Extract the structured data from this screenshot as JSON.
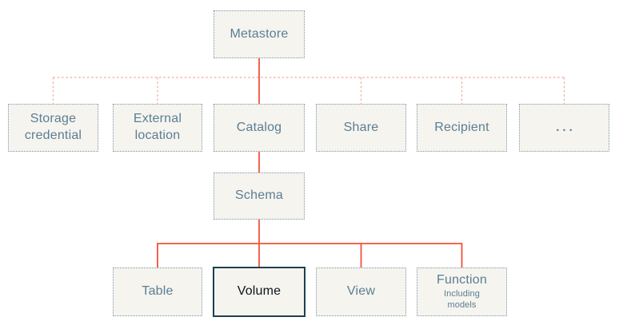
{
  "diagram": {
    "type": "hierarchy",
    "root": {
      "label": "Metastore"
    },
    "level2": [
      {
        "id": "storage-credential",
        "label": "Storage credential",
        "connector": "dotted"
      },
      {
        "id": "external-location",
        "label": "External location",
        "connector": "dotted"
      },
      {
        "id": "catalog",
        "label": "Catalog",
        "connector": "solid"
      },
      {
        "id": "share",
        "label": "Share",
        "connector": "dotted"
      },
      {
        "id": "recipient",
        "label": "Recipient",
        "connector": "dotted"
      },
      {
        "id": "more",
        "label": "...",
        "connector": "dotted"
      }
    ],
    "level3": {
      "label": "Schema",
      "parent": "catalog",
      "connector": "solid"
    },
    "level4": [
      {
        "id": "table",
        "label": "Table",
        "connector": "solid",
        "highlighted": false
      },
      {
        "id": "volume",
        "label": "Volume",
        "connector": "solid",
        "highlighted": true
      },
      {
        "id": "view",
        "label": "View",
        "connector": "solid",
        "highlighted": false
      },
      {
        "id": "function",
        "label": "Function",
        "sublabel": "Including models",
        "connector": "solid",
        "highlighted": false
      }
    ]
  },
  "colors": {
    "node_fill": "#f5f4ef",
    "node_border": "#7e98a6",
    "node_text": "#5b7e92",
    "highlight_border": "#1b4050",
    "highlight_text": "#0d1418",
    "solid_connector": "#f0523a",
    "dotted_connector": "#f4a79c",
    "background": "#ffffff"
  }
}
